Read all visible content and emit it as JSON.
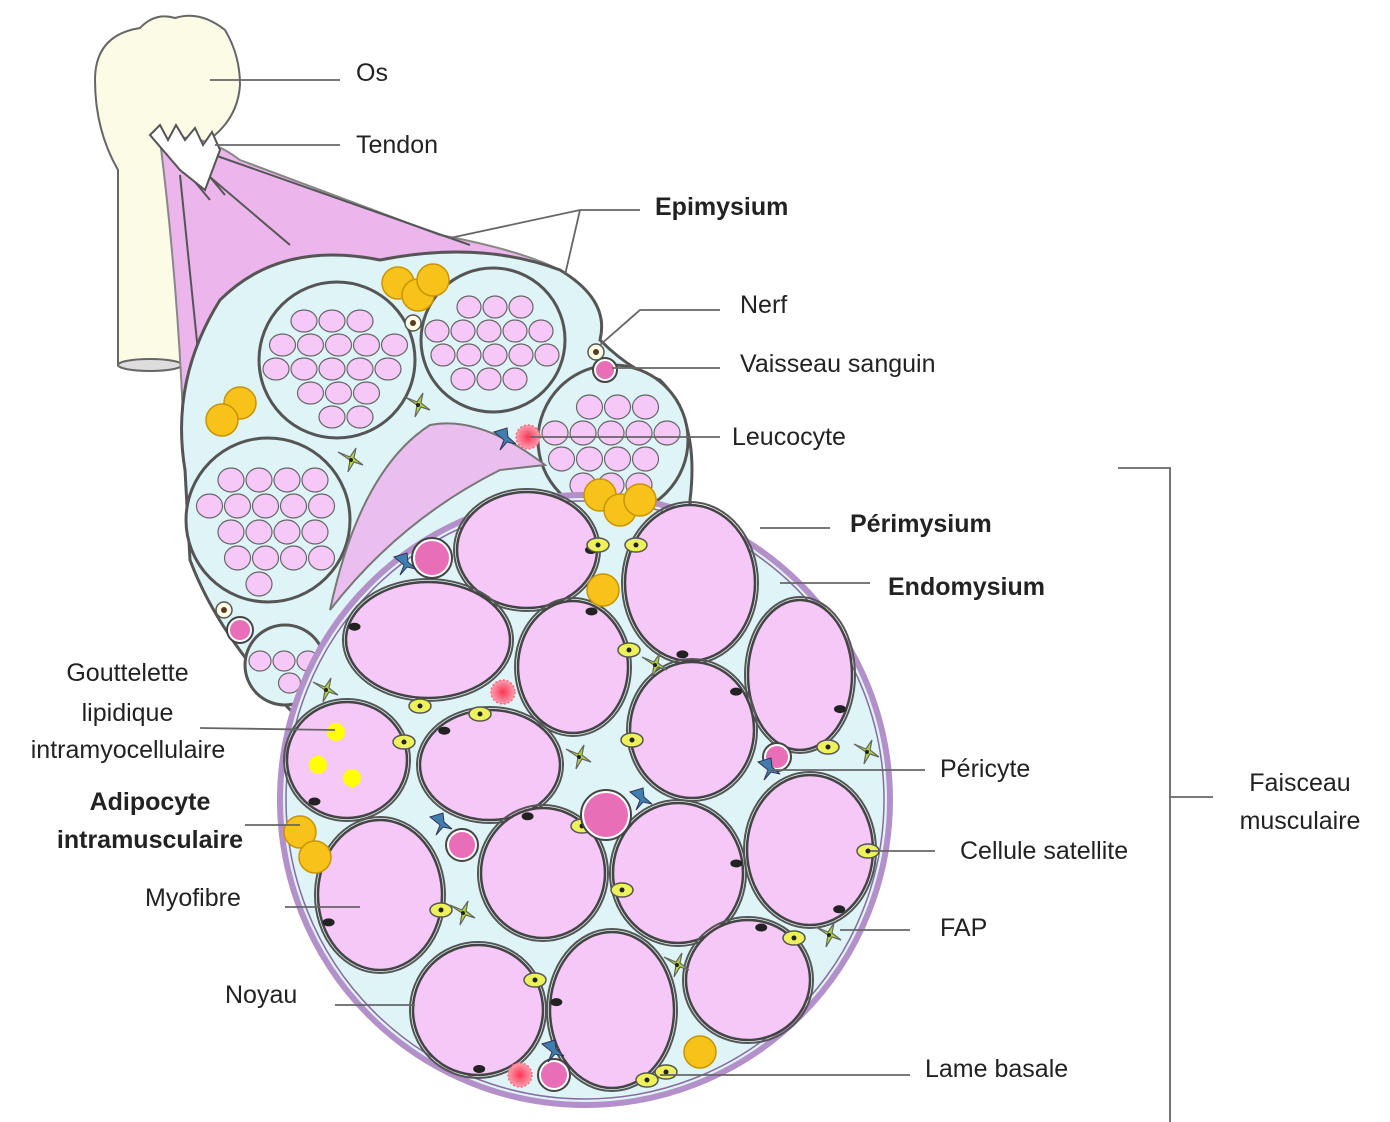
{
  "labels": {
    "os": "Os",
    "tendon": "Tendon",
    "epimysium": "Epimysium",
    "nerf": "Nerf",
    "vaisseau": "Vaisseau sanguin",
    "leucocyte": "Leucocyte",
    "perimysium": "Périmysium",
    "endomysium": "Endomysium",
    "gouttelette_1": "Gouttelette",
    "gouttelette_2": "lipidique",
    "gouttelette_3": "intramyocellulaire",
    "pericyte": "Péricyte",
    "faisceau_1": "Faisceau",
    "faisceau_2": "musculaire",
    "adipocyte_1": "Adipocyte",
    "adipocyte_2": "intramusculaire",
    "cellule_satellite": "Cellule satellite",
    "myofibre": "Myofibre",
    "fap": "FAP",
    "noyau": "Noyau",
    "lame_basale": "Lame basale"
  },
  "colors": {
    "myofibre": "#f5c8f7",
    "endomysium": "#dff4f6",
    "epimysium": "#ecb6ec",
    "adipocyte": "#f7c31a",
    "satellite": "#eef25a",
    "fap": "#b2d63a",
    "vessel": "#e86fb7",
    "bone": "#fbfbe6",
    "leucocyte": "#ff3355",
    "pericyte": "#3f7fb0"
  }
}
